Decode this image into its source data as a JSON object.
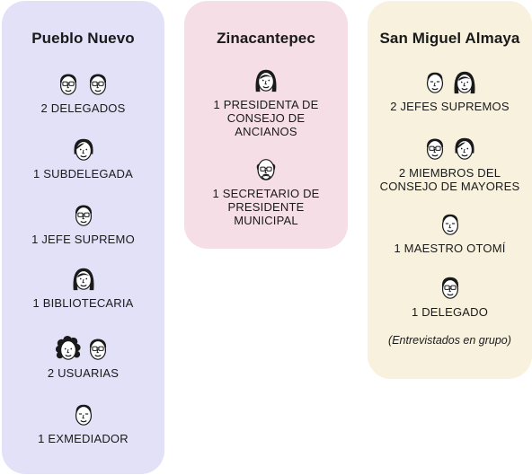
{
  "cards": [
    {
      "title": "Pueblo Nuevo",
      "groups": [
        {
          "label": "2 DELEGADOS",
          "icons": [
            "man-glasses-icon",
            "man-glasses-icon"
          ]
        },
        {
          "label": "1 SUBDELEGADA",
          "icons": [
            "woman-bob-icon"
          ]
        },
        {
          "label": "1 JEFE SUPREMO",
          "icons": [
            "man-glasses-icon"
          ]
        },
        {
          "label": "1 BIBLIOTECARIA",
          "icons": [
            "woman-long-hair-icon"
          ]
        },
        {
          "label": "2 USUARIAS",
          "icons": [
            "woman-curly-hair-icon",
            "man-glasses-icon"
          ]
        },
        {
          "label": "1 EXMEDIADOR",
          "icons": [
            "man-short-hair-icon"
          ]
        }
      ]
    },
    {
      "title": "Zinacantepec",
      "groups": [
        {
          "label": "1 PRESIDENTA DE CONSEJO DE ANCIANOS",
          "icons": [
            "woman-long-hair-icon"
          ]
        },
        {
          "label": "1 SECRETARIO DE PRESIDENTE MUNICIPAL",
          "icons": [
            "bald-man-glasses-icon"
          ]
        }
      ]
    },
    {
      "title": "San Miguel Almaya",
      "groups": [
        {
          "label": "2 JEFES SUPREMOS",
          "icons": [
            "man-short-hair-icon",
            "woman-long-hair-icon"
          ]
        },
        {
          "label": "2 MIEMBROS DEL CONSEJO DE MAYORES",
          "icons": [
            "man-glasses-icon",
            "woman-bob-icon"
          ]
        },
        {
          "label": "1 MAESTRO OTOMÍ",
          "icons": [
            "man-short-hair-icon"
          ]
        },
        {
          "label": "1 DELEGADO",
          "icons": [
            "man-side-part-icon"
          ]
        }
      ],
      "note": "(Entrevistados en grupo)"
    }
  ],
  "colors": {
    "card_1": "#e2e1f8",
    "card_2": "#f5dee5",
    "card_3": "#f7f1dd",
    "ink": "#1a1a1a"
  }
}
